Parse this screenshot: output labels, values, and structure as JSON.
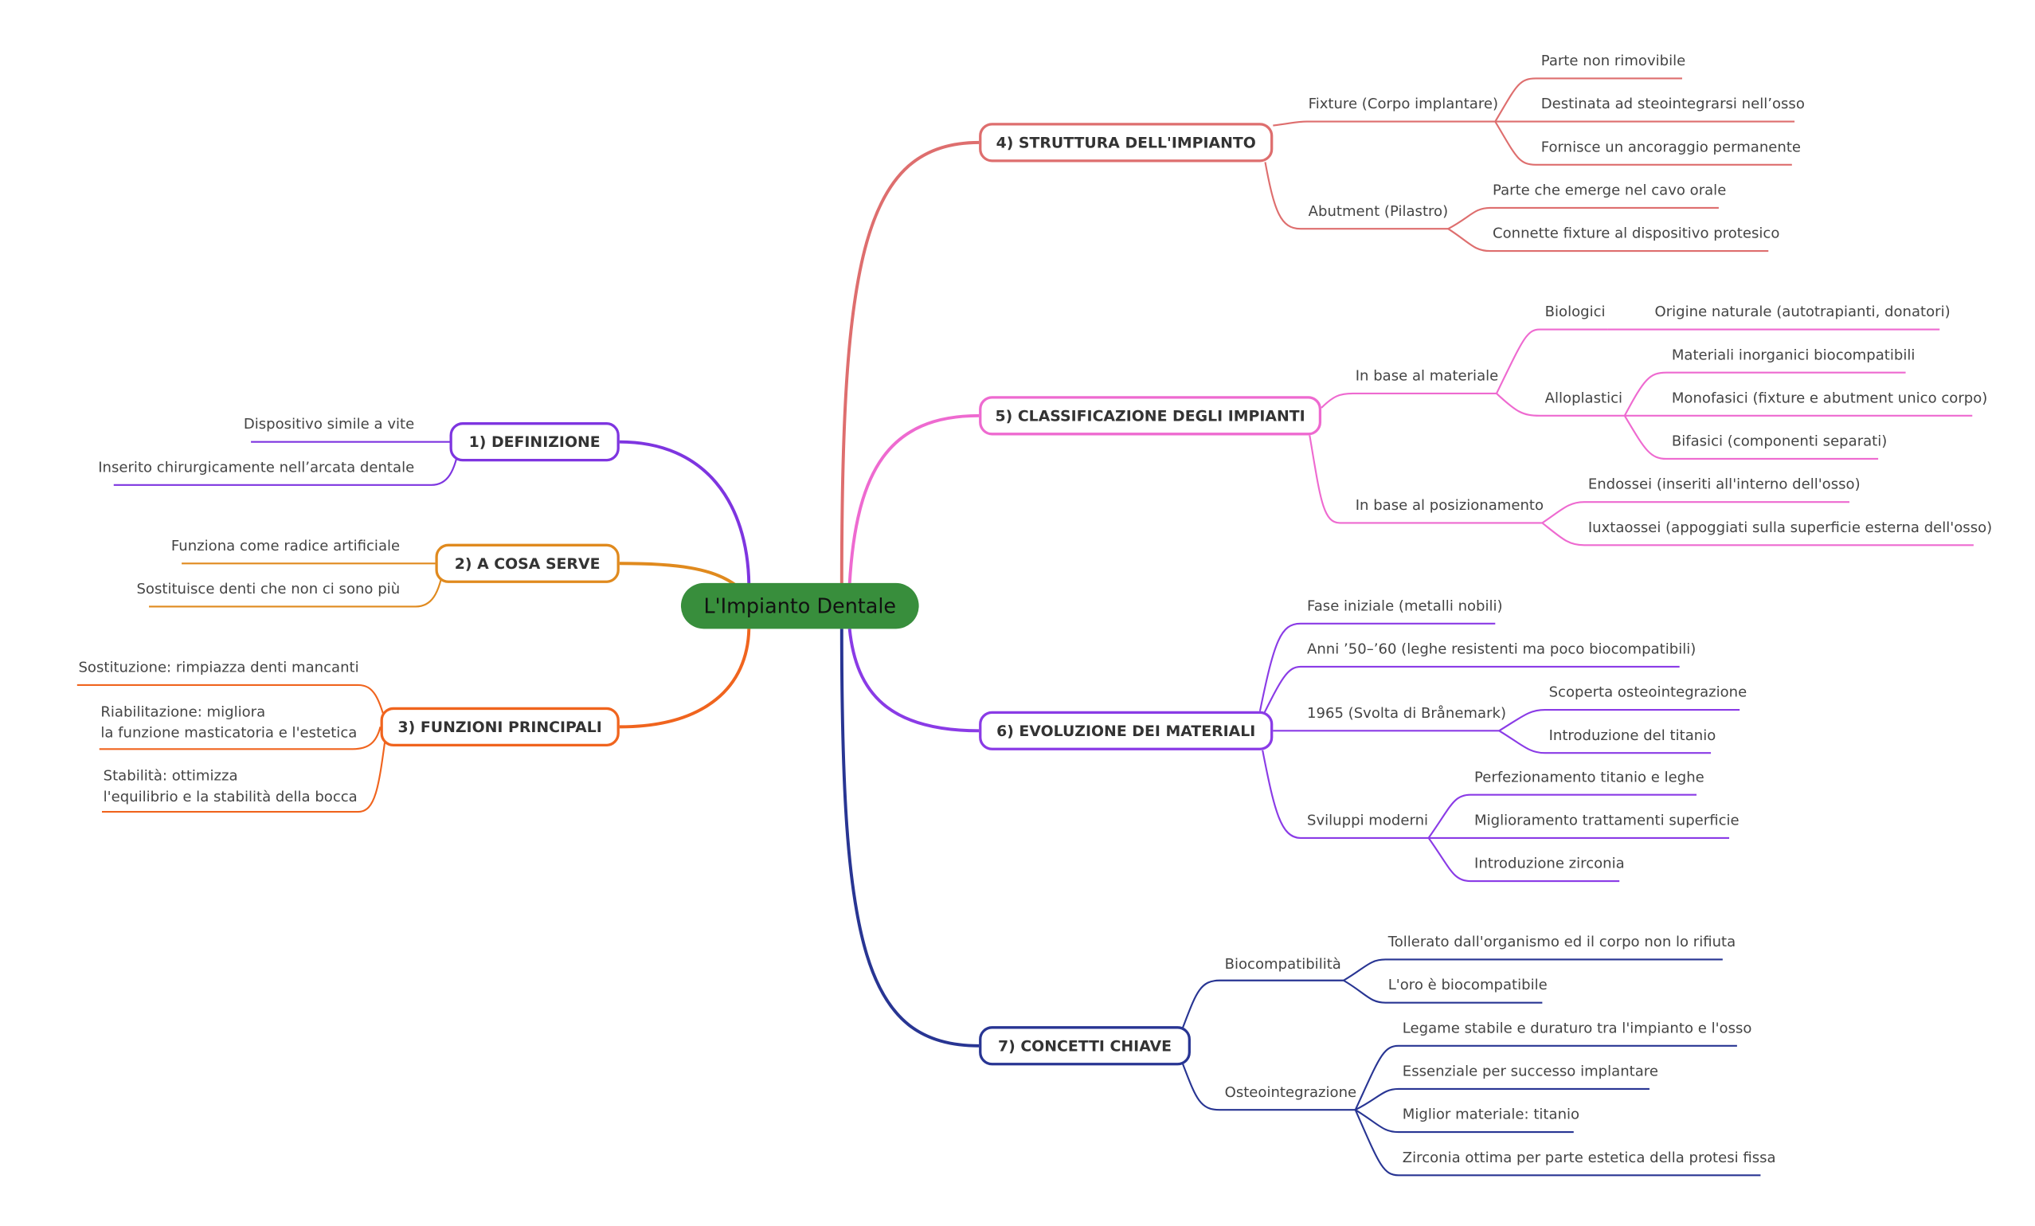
{
  "root": {
    "label": "L'Impianto Dentale",
    "color": "#388e3c"
  },
  "branches": {
    "definizione": {
      "label": "1) DEFINIZIONE",
      "color": "#7e35e0",
      "items": [
        "Dispositivo simile a vite",
        "Inserito chirurgicamente nell’arcata dentale"
      ]
    },
    "a_cosa_serve": {
      "label": "2) A COSA SERVE",
      "color": "#e08a1e",
      "items": [
        "Funziona come radice artificiale",
        "Sostituisce denti che non ci sono più"
      ]
    },
    "funzioni": {
      "label": "3) FUNZIONI PRINCIPALI",
      "color": "#f0641e",
      "items": [
        "Sostituzione: rimpiazza denti mancanti",
        "Riabilitazione: migliora\nla funzione masticatoria e l'estetica",
        "Stabilità: ottimizza\nl'equilibrio e la stabilità della bocca"
      ]
    },
    "struttura": {
      "label": "4) STRUTTURA DELL'IMPIANTO",
      "color": "#de6e6e",
      "fixture": {
        "label": "Fixture (Corpo implantare)",
        "items": [
          "Parte non rimovibile",
          "Destinata ad steointegrarsi nell’osso",
          "Fornisce un ancoraggio permanente"
        ]
      },
      "abutment": {
        "label": "Abutment (Pilastro)",
        "items": [
          "Parte che emerge nel cavo orale",
          "Connette fixture al dispositivo protesico"
        ]
      }
    },
    "classificazione": {
      "label": "5) CLASSIFICAZIONE DEGLI IMPIANTI",
      "color": "#ee6ad0",
      "materiale": {
        "label": "In base al materiale",
        "biologici": {
          "label": "Biologici",
          "items": [
            "Origine naturale (autotrapianti, donatori)"
          ]
        },
        "alloplastici": {
          "label": "Alloplastici",
          "items": [
            "Materiali inorganici biocompatibili",
            "Monofasici (fixture e abutment unico corpo)",
            "Bifasici (componenti separati)"
          ]
        }
      },
      "posizionamento": {
        "label": "In base al posizionamento",
        "items": [
          "Endossei (inseriti all'interno dell'osso)",
          "Iuxtaossei (appoggiati sulla superficie esterna dell'osso)"
        ]
      }
    },
    "evoluzione": {
      "label": "6) EVOLUZIONE DEI MATERIALI",
      "color": "#8a3be6",
      "fase_iniziale": "Fase iniziale (metalli nobili)",
      "anni_50_60": "Anni ’50–’60 (leghe resistenti ma poco biocompatibili)",
      "svolta": {
        "label": "1965 (Svolta di Brånemark)",
        "items": [
          "Scoperta osteointegrazione",
          "Introduzione del titanio"
        ]
      },
      "moderni": {
        "label": "Sviluppi moderni",
        "items": [
          "Perfezionamento titanio e leghe",
          "Miglioramento trattamenti superficie",
          "Introduzione zirconia"
        ]
      }
    },
    "concetti": {
      "label": "7) CONCETTI CHIAVE",
      "color": "#283593",
      "biocompatibilita": {
        "label": "Biocompatibilità",
        "items": [
          "Tollerato dall'organismo ed il corpo non lo rifiuta",
          "L'oro è biocompatibile"
        ]
      },
      "osteointegrazione": {
        "label": "Osteointegrazione",
        "items": [
          "Legame stabile e duraturo tra l'impianto e l'osso",
          "Essenziale per successo implantare",
          "Miglior materiale: titanio",
          "Zirconia ottima per parte estetica della protesi fissa"
        ]
      }
    }
  }
}
